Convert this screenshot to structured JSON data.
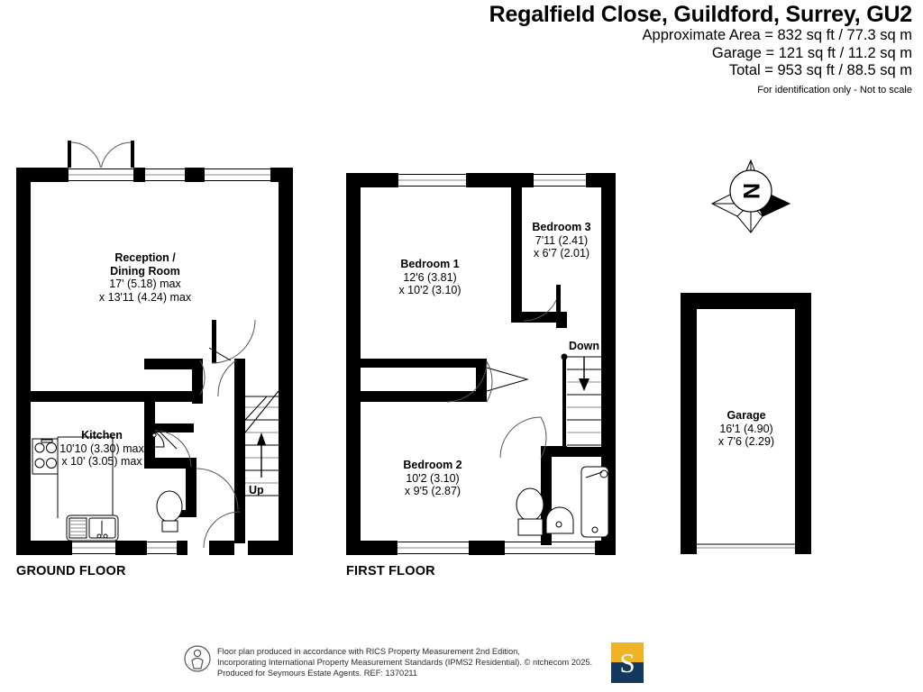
{
  "header": {
    "title": "Regalfield Close, Guildford, Surrey, GU2",
    "approx_area": "Approximate Area = 832 sq ft / 77.3 sq m",
    "garage_area": "Garage = 121 sq ft / 11.2 sq m",
    "total_area": "Total = 953 sq ft / 88.5 sq m",
    "disclaimer": "For identification only - Not to scale"
  },
  "floors": {
    "ground_label": "GROUND FLOOR",
    "first_label": "FIRST FLOOR"
  },
  "rooms": {
    "reception": {
      "name_line1": "Reception /",
      "name_line2": "Dining Room",
      "dim1": "17' (5.18) max",
      "dim2": "x 13'11 (4.24) max"
    },
    "kitchen": {
      "name": "Kitchen",
      "dim1": "10'10 (3.30) max",
      "dim2": "x 10' (3.05) max"
    },
    "bedroom1": {
      "name": "Bedroom 1",
      "dim1": "12'6 (3.81)",
      "dim2": "x 10'2 (3.10)"
    },
    "bedroom2": {
      "name": "Bedroom 2",
      "dim1": "10'2 (3.10)",
      "dim2": "x 9'5 (2.87)"
    },
    "bedroom3": {
      "name": "Bedroom 3",
      "dim1": "7'11 (2.41)",
      "dim2": "x 6'7 (2.01)"
    },
    "garage": {
      "name": "Garage",
      "dim1": "16'1 (4.90)",
      "dim2": "x 7'6 (2.29)"
    }
  },
  "stairs": {
    "up_label": "Up",
    "down_label": "Down"
  },
  "compass": {
    "north_letter": "N"
  },
  "footer": {
    "line1": "Floor plan produced in accordance with RICS Property Measurement 2nd Edition,",
    "line2": "Incorporating International Property Measurement Standards (IPMS2 Residential).   © ntchecom 2025.",
    "line3": "Produced for Seymours Estate Agents.   REF: 1370211",
    "logo_letter": "S"
  },
  "colors": {
    "wall": "#000000",
    "background": "#ffffff",
    "logo_top": "#f0b323",
    "logo_bottom": "#14395e",
    "text": "#000000",
    "footer_text": "#2b2b2b"
  }
}
